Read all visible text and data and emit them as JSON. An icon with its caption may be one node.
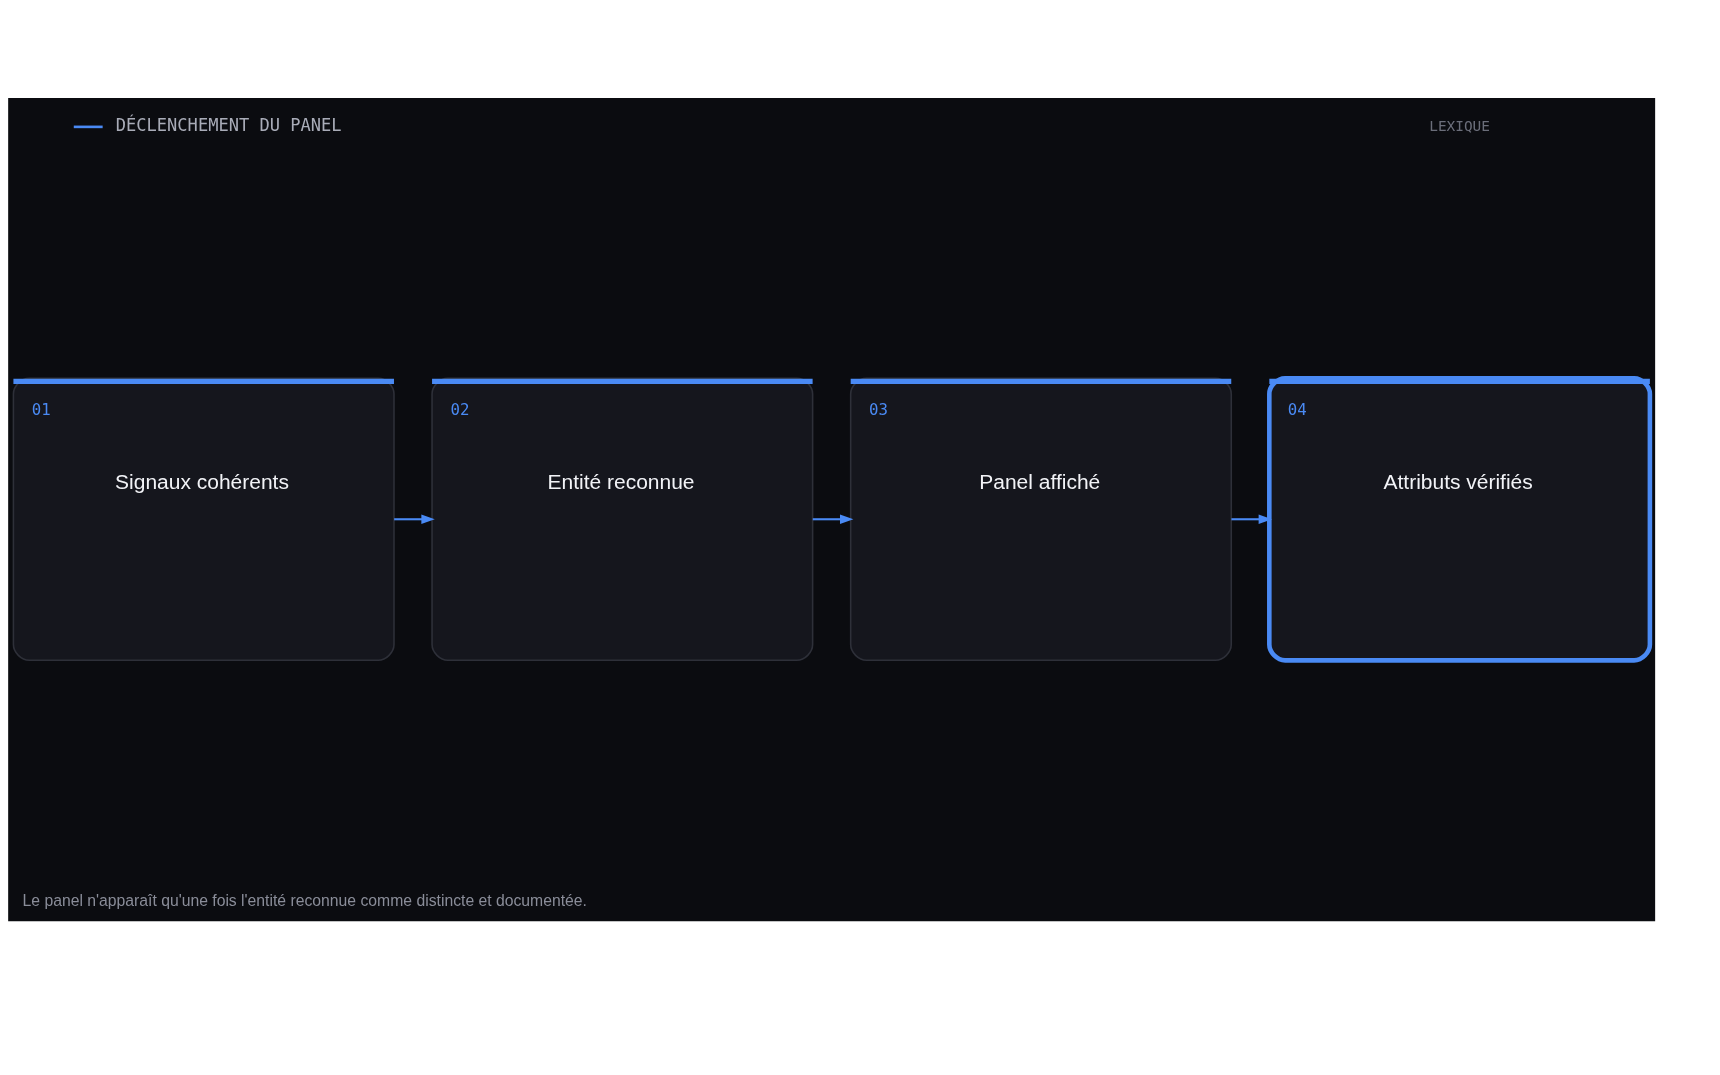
{
  "diagram": {
    "title": "DÉCLENCHEMENT DU PANEL",
    "caption": "Le panel n'apparaît qu'une fois l'entité reconnue comme distincte et documentée.",
    "nodes": [
      {
        "text": [
          "01",
          "Signaux cohérents"
        ]
      },
      {
        "text": [
          "02",
          "Entité reconnue"
        ]
      },
      {
        "text": [
          "03",
          "Panel affiché"
        ]
      },
      {
        "text": [
          "04",
          "Attributs vérifiés"
        ]
      }
    ],
    "edges": [
      {
        "from": 0,
        "to": 1,
        "arrow": "to"
      },
      {
        "from": 1,
        "to": 2,
        "arrow": "to"
      },
      {
        "from": 2,
        "to": 3,
        "arrow": "to"
      }
    ],
    "labels": [
      "LEXIQUE"
    ]
  }
}
